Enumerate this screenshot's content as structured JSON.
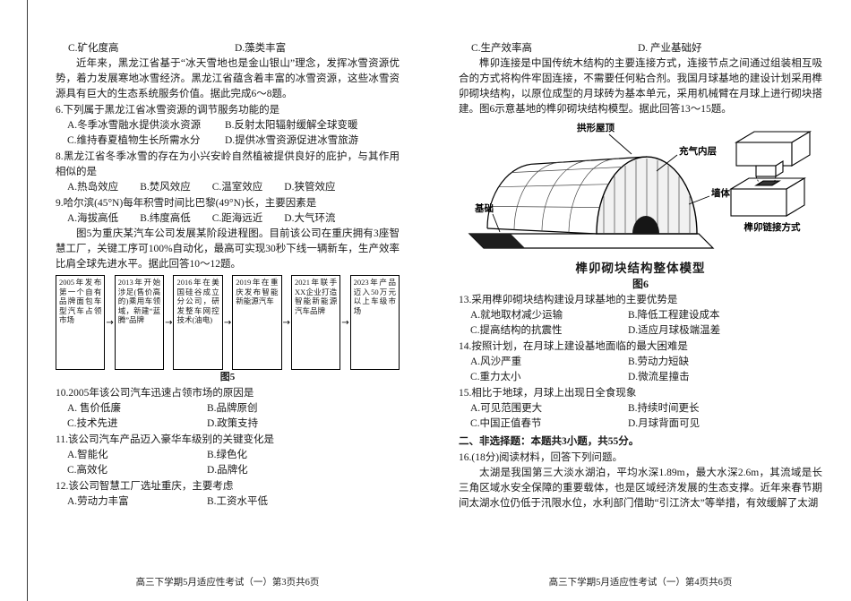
{
  "page": {
    "footer_left": "高三下学期5月适应性考试（一）第3页共6页",
    "footer_right": "高三下学期5月适应性考试（一）第4页共6页"
  },
  "left": {
    "carry": {
      "c": "C.矿化度高",
      "d": "D.藻类丰富"
    },
    "passage_snow": "近年来，黑龙江省基于“冰天雪地也是金山银山”理念，发挥冰雪资源优势，着力发展寒地冰雪经济。黑龙江省蕴含着丰富的冰雪资源，这些冰雪资源具有巨大的生态系统服务价值。据此完成6～8题。",
    "q6": {
      "stem": "6.下列属于黑龙江省冰雪资源的调节服务功能的是",
      "options": [
        "A.冬季冰雪融水提供淡水资源",
        "B.反射太阳辐射缓解全球变暖",
        "C.维持春夏植物生长所需水分",
        "D.提供冰雪资源促进冰雪旅游"
      ]
    },
    "q8": {
      "stem": "8.黑龙江省冬季冰雪的存在为小兴安岭自然植被提供良好的庇护，与其作用相似的是",
      "options": [
        "A.热岛效应",
        "B.焚风效应",
        "C.温室效应",
        "D.狭管效应"
      ]
    },
    "q9": {
      "stem": "9.哈尔滨(45°N)每年积雪时间比巴黎(49°N)长，主要因素是",
      "options": [
        "A.海拔高低",
        "B.纬度高低",
        "C.距海远近",
        "D.大气环流"
      ]
    },
    "passage_car": "图5为重庆某汽车公司发展某阶段进程图。目前该公司在重庆拥有3座智慧工厂，关键工序可100%自动化，最高可实现30秒下线一辆新车，生产效率比肩全球先进水平。据此回答10～12题。",
    "fig5": {
      "arrow": "→",
      "boxes": [
        "2005年发布第一个自有品牌面包车型汽车占领市场",
        "2013年开始涉足(售价高的)乘用车领域，新建“蓝腾”品牌",
        "2016年在美国硅谷成立分公司，研发整车网控技术(油电)",
        "2019年在重庆发布智能新能源汽车",
        "2021年联手XX企业打造智能新能源汽车品牌",
        "2023年产品迈入50万元以上车级市场"
      ],
      "caption": "图5"
    },
    "q10": {
      "stem": "10.2005年该公司汽车迅速占领市场的原因是",
      "options": [
        "A. 售价低廉",
        "B.品牌原创",
        "C.技术先进",
        "D.政策支持"
      ]
    },
    "q11": {
      "stem": "11.该公司汽车产品迈入豪华车级别的关键变化是",
      "options": [
        "A.智能化",
        "B.绿色化",
        "C.高效化",
        "D.品牌化"
      ]
    },
    "q12": {
      "stem": "12.该公司智慧工厂选址重庆，主要考虑",
      "options": [
        "A.劳动力丰富",
        "B.工资水平低"
      ]
    }
  },
  "right": {
    "carry": {
      "c": "C.生产效率高",
      "d": "D. 产业基础好"
    },
    "passage_mortise": "榫卯连接是中国传统木结构的主要连接方式，连接节点之间通过组装相互吸合的方式将构件牢固连接，不需要任何粘合剂。我国月球基地的建设计划采用榫卯砌块结构，以原位成型的月球砖为基本单元，采用机械臂在月球上进行砌块搭建。图6示意基地的榫卯砌块结构模型。据此回答13～15题。",
    "fig6": {
      "labels": {
        "roof": "拱形屋顶",
        "inner": "充气内层",
        "wall": "墙体",
        "base": "基础",
        "joint": "榫卯链接方式"
      },
      "caption_main": "榫卯砌块结构整体模型",
      "caption_num": "图6"
    },
    "q13": {
      "stem": "13.采用榫卯砌块结构建设月球基地的主要优势是",
      "options": [
        "A.就地取材减少运输",
        "B.降低工程建设成本",
        "C.提高结构的抗震性",
        "D.适应月球极端温差"
      ]
    },
    "q14": {
      "stem": "14.按照计划，在月球上建设基地面临的最大困难是",
      "options": [
        "A.风沙严重",
        "B.劳动力短缺",
        "C.重力太小",
        "D.微流星撞击"
      ]
    },
    "q15": {
      "stem": "15.相比于地球，月球上出现日全食现象",
      "options": [
        "A.可见范围更大",
        "B.持续时间更长",
        "C.中国正值春节",
        "D.月球背面可见"
      ]
    },
    "section_head": "二、非选择题：本题共3小题，共55分。",
    "q16_head": "16.(18分)阅读材料，回答下列问题。",
    "q16_material": "太湖是我国第三大淡水湖泊，平均水深1.89m，最大水深2.6m，其流域是长三角区域水安全保障的重要载体，也是区域经济发展的生态支撑。近年来春节期间太湖水位仍低于汛限水位，水利部门借助“引江济太”等举措，有效缓解了太湖"
  }
}
